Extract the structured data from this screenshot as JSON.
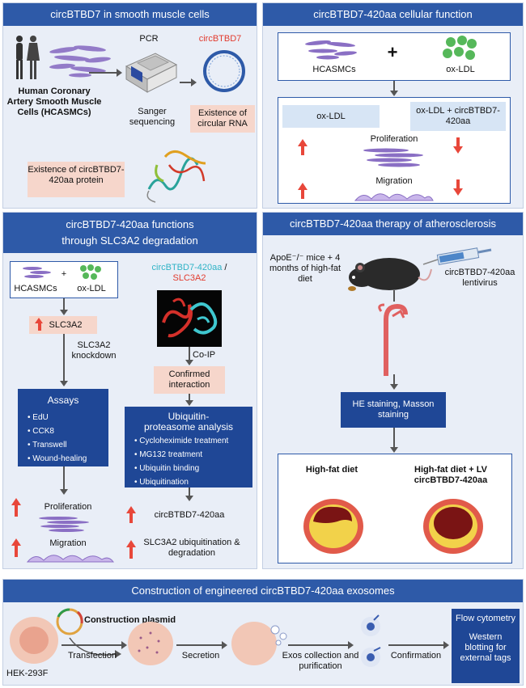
{
  "colors": {
    "header": "#2e5aa8",
    "dark_box": "#1f4796",
    "pink_box": "#f6d6cb",
    "light_box": "#d7e5f5",
    "arrow_up": "#e8473a",
    "panel_bg": "#e9eef7"
  },
  "panel1": {
    "title": "circBTBD7 in smooth muscle cells",
    "cells_label": "Human Coronary Artery Smooth Muscle Cells (HCASMCs)",
    "pcr": "PCR",
    "circ": "circBTBD7",
    "sanger": "Sanger sequencing",
    "existence_rna": "Existence of circular RNA",
    "existence_protein": "Existence of circBTBD7-420aa protein"
  },
  "panel2": {
    "title": "circBTBD7-420aa cellular function",
    "hcasmcs": "HCASMCs",
    "plus": "+",
    "oxldl": "ox-LDL",
    "col1": "ox-LDL",
    "col2": "ox-LDL + circBTBD7-420aa",
    "proliferation": "Proliferation",
    "migration": "Migration"
  },
  "panel3": {
    "title": "circBTBD7-420aa functions through SLC3A2 degradation",
    "hcasmcs": "HCASMCs",
    "plus": "+",
    "oxldl": "ox-LDL",
    "slc": "SLC3A2",
    "knockdown": "SLC3A2 knockdown",
    "assays_title": "Assays",
    "assays": [
      "EdU",
      "CCK8",
      "Transwell",
      "Wound-healing"
    ],
    "proliferation": "Proliferation",
    "migration": "Migration",
    "complex_a": "circBTBD7-420aa",
    "complex_sep": " /",
    "complex_b": "SLC3A2",
    "coip": "Co-IP",
    "confirmed": "Confirmed interaction",
    "ubi_title": "Ubiquitin-proteasome analysis",
    "ubi_items": [
      "Cycloheximide treatment",
      "MG132 treatment",
      "Ubiquitin binding",
      "Ubiquitination"
    ],
    "result1": "circBTBD7-420aa",
    "result2": "SLC3A2 ubiquitination & degradation"
  },
  "panel4": {
    "title": "circBTBD7-420aa therapy of atherosclerosis",
    "mice": "ApoE⁻/⁻ mice + 4 months of high-fat diet",
    "lentivirus": "circBTBD7-420aa lentivirus",
    "staining": "HE staining, Masson staining",
    "col1": "High-fat diet",
    "col2": "High-fat diet + LV circBTBD7-420aa"
  },
  "panel5": {
    "title": "Construction of engineered circBTBD7-420aa exosomes",
    "hek": "HEK-293F",
    "plasmid": "Construction plasmid",
    "transfection": "Transfection",
    "secretion": "Secretion",
    "exos": "Exos collection and purification",
    "confirmation": "Confirmation",
    "flow": "Flow cytometry",
    "western": "Western blotting for external tags"
  }
}
